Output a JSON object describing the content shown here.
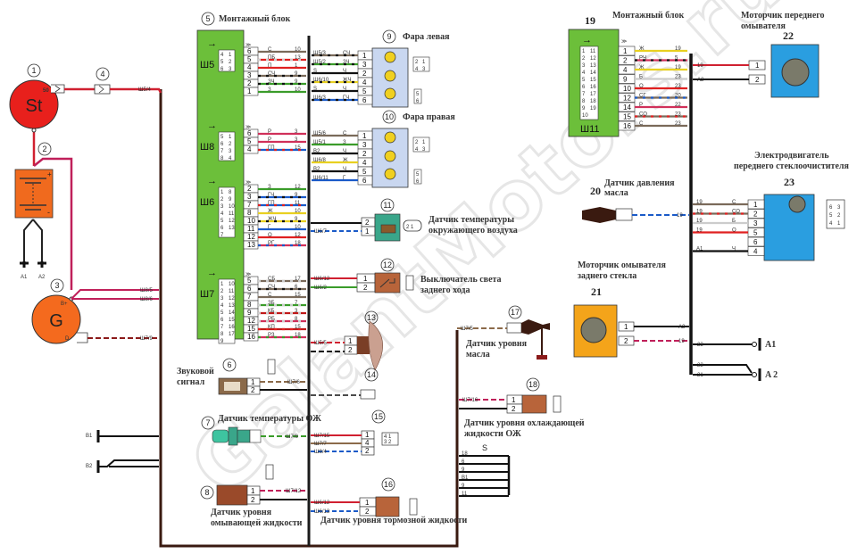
{
  "watermark": "GalantMotors.ru",
  "colors": {
    "mount_block": "#6cbf3a",
    "starter": "#e8201c",
    "battery": "#f06a1e",
    "generator": "#f46a1e",
    "headlight_box": "#c9d7f0",
    "sensor_teal": "#3aa68a",
    "sensor_brown": "#b8643a",
    "motor_blue": "#2a9ee0",
    "motor_orange": "#f4a41a",
    "bus": "#3a1a10"
  },
  "components": {
    "starter": {
      "num": "1",
      "symbol": "St",
      "terminal": "50",
      "wire_label": "Ш5/4"
    },
    "battery": {
      "num": "2",
      "plus": "+",
      "minus": "-",
      "grounds": [
        "A1",
        "A2"
      ]
    },
    "generator": {
      "num": "3",
      "symbol": "G",
      "terminal_b": "B+",
      "terminal_d": "D",
      "wires": [
        "Ш8/5",
        "Ш8/6",
        "Ш7/9"
      ]
    },
    "relay4": {
      "num": "4"
    },
    "mount_block_left": {
      "num": "5",
      "title": "Монтажный блок"
    },
    "horn": {
      "num": "6",
      "title": "Звуковой сигнал",
      "wires": [
        "Ш7/6"
      ]
    },
    "coolant_temp": {
      "num": "7",
      "title": "Датчик температуры ОЖ",
      "wire": "Ш7/8"
    },
    "washer_level": {
      "num": "8",
      "title": "Датчик уровня омывающей жидкости",
      "wire": "Ш7/12"
    },
    "headlight_left": {
      "num": "9",
      "title": "Фара левая"
    },
    "headlight_right": {
      "num": "10",
      "title": "Фара правая"
    },
    "ambient_temp": {
      "num": "11",
      "title": "Датчик температуры окружающего воздуха",
      "wire": "Ш6/7"
    },
    "reverse_switch": {
      "num": "12",
      "title": "Выключатель света заднего хода",
      "wires": [
        "Ш6/12",
        "Ш6/2"
      ]
    },
    "fan": {
      "num": "13",
      "wire": "Ш5/5"
    },
    "comp14": {
      "num": "14"
    },
    "comp15": {
      "num": "15",
      "wires": [
        "Ш7/15",
        "Ш7/7",
        "Ш8/4"
      ]
    },
    "brake_fluid": {
      "num": "16",
      "title": "Датчик уровня тормозной жидкости",
      "wires": [
        "Ш6/12",
        "Ш6/13"
      ]
    },
    "oil_level": {
      "num": "17",
      "title": "Датчик уровня масла",
      "wire": "Ш7/5"
    },
    "coolant_level": {
      "num": "18",
      "title": "Датчик уровня охлаждающей жидкости ОЖ",
      "wire": "Ш7/16"
    },
    "mount_block_right": {
      "num": "19",
      "title": "Монтажный блок",
      "connector": "Ш11"
    },
    "oil_pressure": {
      "num": "20",
      "title": "Датчик давления масла"
    },
    "rear_washer": {
      "num": "21",
      "title": "Моторчик омывателя заднего стекла"
    },
    "front_washer": {
      "num": "22",
      "title": "Моторчик переднего омывателя"
    },
    "wiper_motor": {
      "num": "23",
      "title": "Электродвигатель переднего стеклоочистителя"
    },
    "ground_b": [
      "B1",
      "B2"
    ],
    "ground_a_right": [
      "A1",
      "A 2"
    ],
    "splice_s": "S"
  },
  "connectors": {
    "sh5": {
      "name": "Ш5",
      "grid": [
        "4",
        "1",
        "5",
        "2",
        "6",
        "3"
      ],
      "pins": [
        {
          "pin": "6",
          "code": "С",
          "end": "10"
        },
        {
          "pin": "5",
          "code": "ПБ",
          "end": "13"
        },
        {
          "pin": "4",
          "code": "П",
          "end": "1"
        },
        {
          "pin": "3",
          "code": "СЧ",
          "end": "9"
        },
        {
          "pin": "2",
          "code": "ЗЧ",
          "end": "9"
        },
        {
          "pin": "1",
          "code": "З",
          "end": "10"
        }
      ]
    },
    "sh8": {
      "name": "Ш8",
      "grid": [
        "5",
        "1",
        "6",
        "2",
        "7",
        "3",
        "8",
        "4"
      ],
      "pins": [
        {
          "pin": "6",
          "code": "Р",
          "end": "3"
        },
        {
          "pin": "5",
          "code": "Р",
          "end": "3"
        },
        {
          "pin": "4",
          "code": "ГП",
          "end": "15"
        }
      ]
    },
    "sh6": {
      "name": "Ш6",
      "grid": [
        "1",
        "8",
        "2",
        "9",
        "3",
        "10",
        "4",
        "11",
        "5",
        "12",
        "6",
        "13",
        "7"
      ],
      "pins": [
        {
          "pin": "2",
          "code": "З",
          "end": "12"
        },
        {
          "pin": "3",
          "code": "ГЧ",
          "end": "9"
        },
        {
          "pin": "7",
          "code": "ГП",
          "end": "11"
        },
        {
          "pin": "8",
          "code": "Ж",
          "end": "10"
        },
        {
          "pin": "10",
          "code": "ЖЧ",
          "end": "9"
        },
        {
          "pin": "11",
          "code": "Г",
          "end": "10"
        },
        {
          "pin": "12",
          "code": "О",
          "end": "12"
        },
        {
          "pin": "13",
          "code": "РГ",
          "end": "18"
        }
      ]
    },
    "sh7": {
      "name": "Ш7",
      "grid": [
        "1",
        "10",
        "2",
        "11",
        "3",
        "12",
        "4",
        "13",
        "5",
        "14",
        "6",
        "15",
        "7",
        "16",
        "8",
        "17",
        "9"
      ],
      "pins": [
        {
          "pin": "5",
          "code": "СБ",
          "end": "17"
        },
        {
          "pin": "6",
          "code": "СЧ",
          "end": "6"
        },
        {
          "pin": "7",
          "code": "С",
          "end": "15"
        },
        {
          "pin": "8",
          "code": "ЗБ",
          "end": "7"
        },
        {
          "pin": "9",
          "code": "КБ",
          "end": "3"
        },
        {
          "pin": "12",
          "code": "РБ",
          "end": "8"
        },
        {
          "pin": "15",
          "code": "КП",
          "end": "15"
        },
        {
          "pin": "16",
          "code": "РЗ",
          "end": "18"
        }
      ]
    },
    "sh11": {
      "name": "Ш11",
      "grid": [
        "1",
        "11",
        "2",
        "12",
        "3",
        "13",
        "4",
        "14",
        "5",
        "15",
        "6",
        "16",
        "7",
        "17",
        "8",
        "18",
        "9",
        "19",
        "10"
      ],
      "pins": [
        {
          "pin": "1",
          "code": "Ж",
          "end": "19"
        },
        {
          "pin": "2",
          "code": "РЧ",
          "end": "5"
        },
        {
          "pin": "4",
          "code": "Ж",
          "end": "19"
        },
        {
          "pin": "9",
          "code": "Б",
          "end": "23"
        },
        {
          "pin": "10",
          "code": "О",
          "end": "23"
        },
        {
          "pin": "12",
          "code": "СГ",
          "end": "20"
        },
        {
          "pin": "14",
          "code": "Р",
          "end": "22"
        },
        {
          "pin": "15",
          "code": "СО",
          "end": "23"
        },
        {
          "pin": "16",
          "code": "С",
          "end": "23"
        }
      ]
    }
  },
  "headlight_left_pins": [
    {
      "pin": "1",
      "src": "Ш5/3",
      "code": "СЧ"
    },
    {
      "pin": "3",
      "src": "Ш5/2",
      "code": "ЗЧ"
    },
    {
      "pin": "2",
      "src": "S",
      "code": "Ч"
    },
    {
      "pin": "4",
      "src": "Ш6/10",
      "code": "ЖЧ"
    },
    {
      "pin": "5",
      "src": "S",
      "code": "Ч"
    },
    {
      "pin": "6",
      "src": "Ш6/3",
      "code": "ГЧ"
    }
  ],
  "headlight_right_pins": [
    {
      "pin": "1",
      "src": "Ш5/6",
      "code": "С"
    },
    {
      "pin": "3",
      "src": "Ш5/1",
      "code": "З"
    },
    {
      "pin": "2",
      "src": "B2",
      "code": "Ч"
    },
    {
      "pin": "4",
      "src": "Ш6/8",
      "code": "Ж"
    },
    {
      "pin": "5",
      "src": "B2",
      "code": "Ч"
    },
    {
      "pin": "6",
      "src": "Ш6/11",
      "code": "Г"
    }
  ],
  "headlight_sockets": {
    "main": [
      "2",
      "1",
      "4",
      "3"
    ],
    "aux": [
      "5",
      "6"
    ]
  },
  "wiper_pins": [
    {
      "pin": "1",
      "src": "19",
      "code": "С"
    },
    {
      "pin": "2",
      "src": "19",
      "code": "СО"
    },
    {
      "pin": "3",
      "src": "19",
      "code": "Б"
    },
    {
      "pin": "5",
      "src": "19",
      "code": "О"
    },
    {
      "pin": "6",
      "src": "",
      "code": ""
    },
    {
      "pin": "4",
      "src": "A1",
      "code": "Ч"
    }
  ],
  "wiper_socket": [
    "6",
    "3",
    "5",
    "2",
    "4",
    "1"
  ],
  "splice_s_ends": [
    "18",
    "6",
    "9",
    "B1",
    "9",
    "11"
  ]
}
